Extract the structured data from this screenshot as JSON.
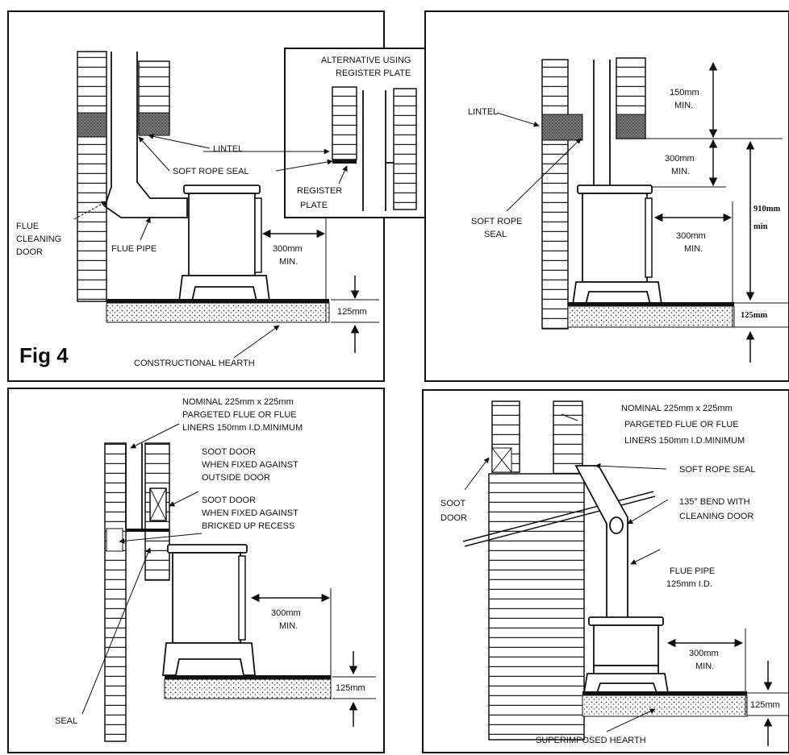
{
  "fig_label": "Fig 4",
  "panel_tl": {
    "lintel": "LINTEL",
    "soft_rope_seal": "SOFT ROPE SEAL",
    "flue_cleaning_door": [
      "FLUE",
      "CLEANING",
      "DOOR"
    ],
    "flue_pipe": "FLUE PIPE",
    "clearance_side": [
      "300mm",
      "MIN."
    ],
    "hearth_height": "125mm",
    "constructional_hearth": "CONSTRUCTIONAL HEARTH"
  },
  "inset": {
    "title": [
      "ALTERNATIVE USING",
      "REGISTER PLATE"
    ],
    "register_plate": [
      "REGISTER",
      "PLATE"
    ]
  },
  "panel_tr": {
    "lintel": "LINTEL",
    "top_clearance": [
      "150mm",
      "MIN."
    ],
    "lintel_clearance": [
      "300mm",
      "MIN."
    ],
    "overall_height": [
      "910mm",
      "min"
    ],
    "soft_rope_seal": [
      "SOFT ROPE",
      "SEAL"
    ],
    "clearance_side": [
      "300mm",
      "MIN."
    ],
    "hearth_height": "125mm"
  },
  "panel_bl": {
    "flue_note": [
      "NOMINAL 225mm x 225mm",
      "PARGETED FLUE OR FLUE",
      "LINERS 150mm I.D.MINIMUM"
    ],
    "soot_door_outside": [
      "SOOT DOOR",
      "WHEN FIXED AGAINST",
      "OUTSIDE DOOR"
    ],
    "soot_door_recess": [
      "SOOT DOOR",
      "WHEN FIXED AGAINST",
      "BRICKED UP RECESS"
    ],
    "clearance_side": [
      "300mm",
      "MIN."
    ],
    "hearth_height": "125mm",
    "seal": "SEAL"
  },
  "panel_br": {
    "flue_note": [
      "NOMINAL 225mm x 225mm",
      "PARGETED FLUE OR FLUE",
      "LINERS 150mm I.D.MINIMUM"
    ],
    "soft_rope_seal": "SOFT ROPE SEAL",
    "bend": [
      "135° BEND WITH",
      "CLEANING DOOR"
    ],
    "soot_door": [
      "SOOT",
      "DOOR"
    ],
    "flue_pipe": [
      "FLUE PIPE",
      "125mm I.D."
    ],
    "clearance_side": [
      "300mm",
      "MIN."
    ],
    "hearth_height": "125mm",
    "superimposed_hearth": "SUPERIMPOSED HEARTH"
  }
}
